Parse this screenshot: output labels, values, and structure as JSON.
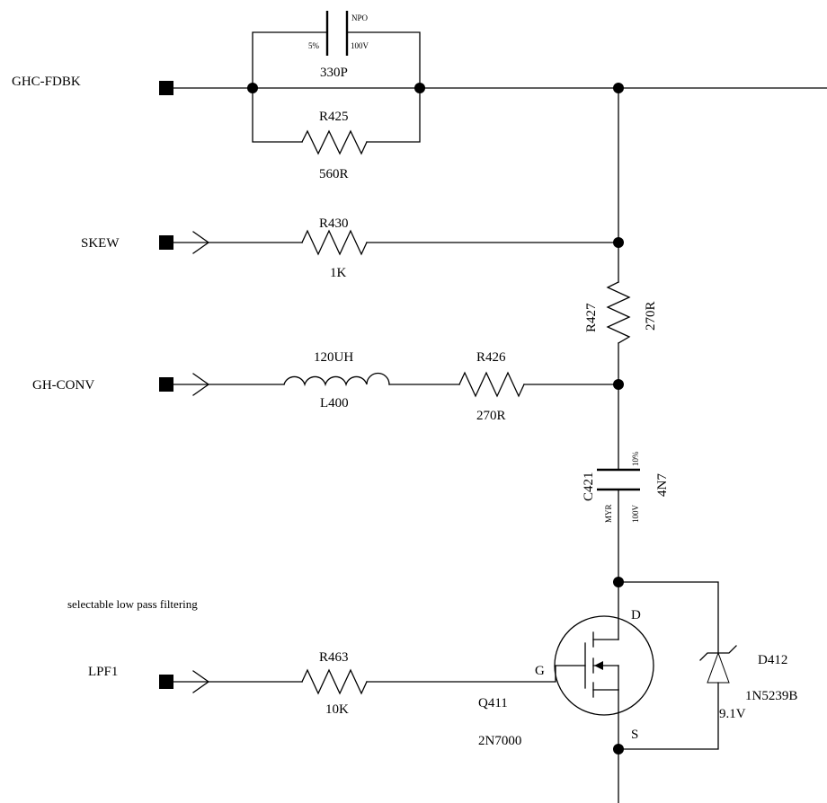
{
  "ports": {
    "ghc_fdbk": "GHC-FDBK",
    "skew": "SKEW",
    "gh_conv": "GH-CONV",
    "lpf1": "LPF1"
  },
  "c_feedback": {
    "value": "330P",
    "tolerance": "5%",
    "dielectric": "NPO",
    "voltage": "100V"
  },
  "r425": {
    "ref": "R425",
    "value": "560R"
  },
  "r430": {
    "ref": "R430",
    "value": "1K"
  },
  "r427": {
    "ref": "R427",
    "value": "270R"
  },
  "l400": {
    "ref": "L400",
    "value": "120UH"
  },
  "r426": {
    "ref": "R426",
    "value": "270R"
  },
  "c421": {
    "ref": "C421",
    "value": "4N7",
    "tolerance": "10%",
    "dielectric": "MYR",
    "voltage": "100V"
  },
  "note": "selectable low pass filtering",
  "r463": {
    "ref": "R463",
    "value": "10K"
  },
  "q411": {
    "ref": "Q411",
    "part": "2N7000",
    "gate": "G",
    "drain": "D",
    "source": "S"
  },
  "d412": {
    "ref": "D412",
    "part": "1N5239B",
    "voltage": "9.1V"
  }
}
